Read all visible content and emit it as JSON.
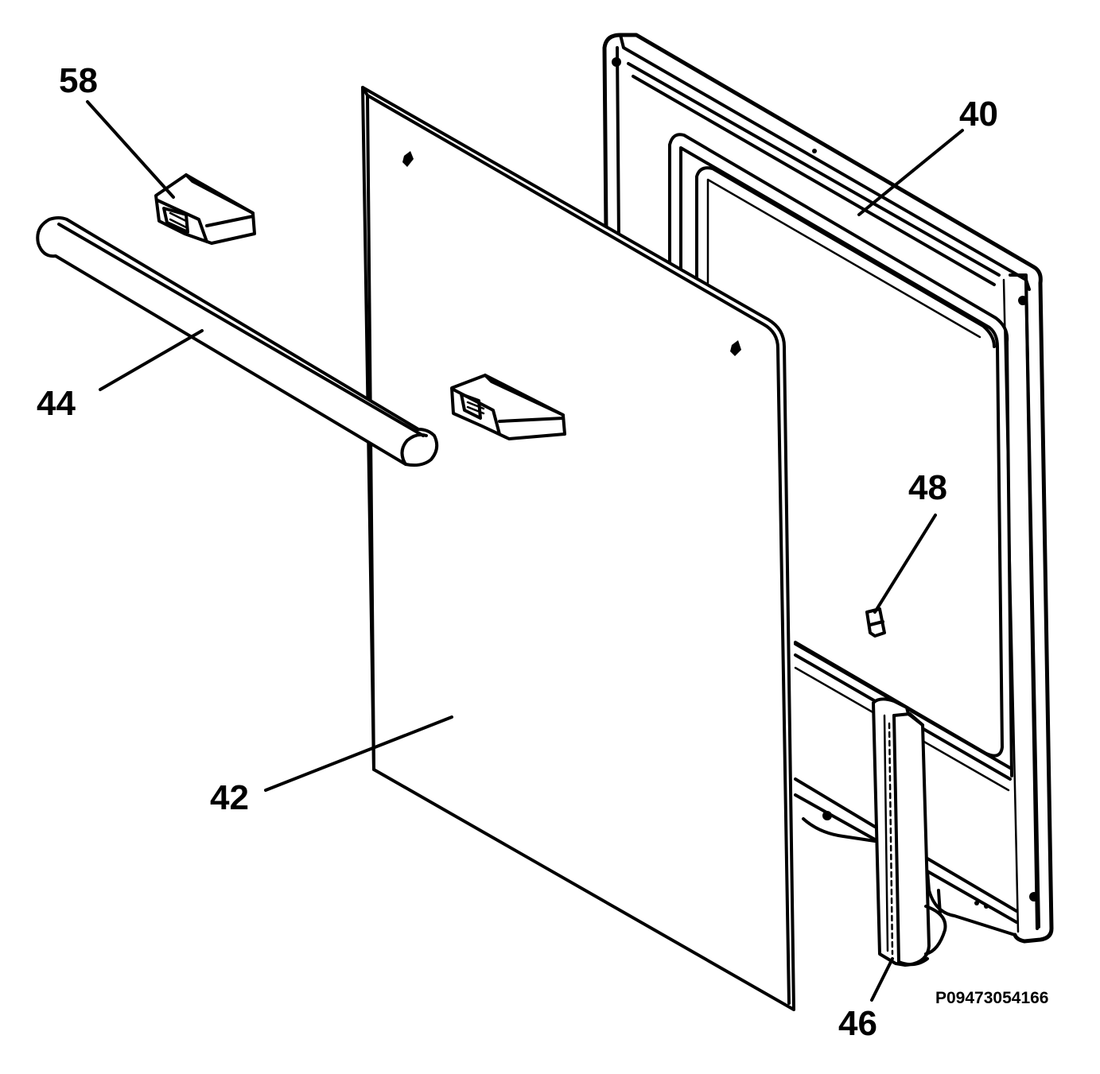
{
  "diagram": {
    "reference_code": "P09473054166",
    "callouts": [
      {
        "id": "58",
        "text": "58"
      },
      {
        "id": "40",
        "text": "40"
      },
      {
        "id": "44",
        "text": "44"
      },
      {
        "id": "48",
        "text": "48"
      },
      {
        "id": "42",
        "text": "42"
      },
      {
        "id": "46",
        "text": "46"
      }
    ],
    "colors": {
      "line": "#000000",
      "background": "#ffffff"
    }
  }
}
